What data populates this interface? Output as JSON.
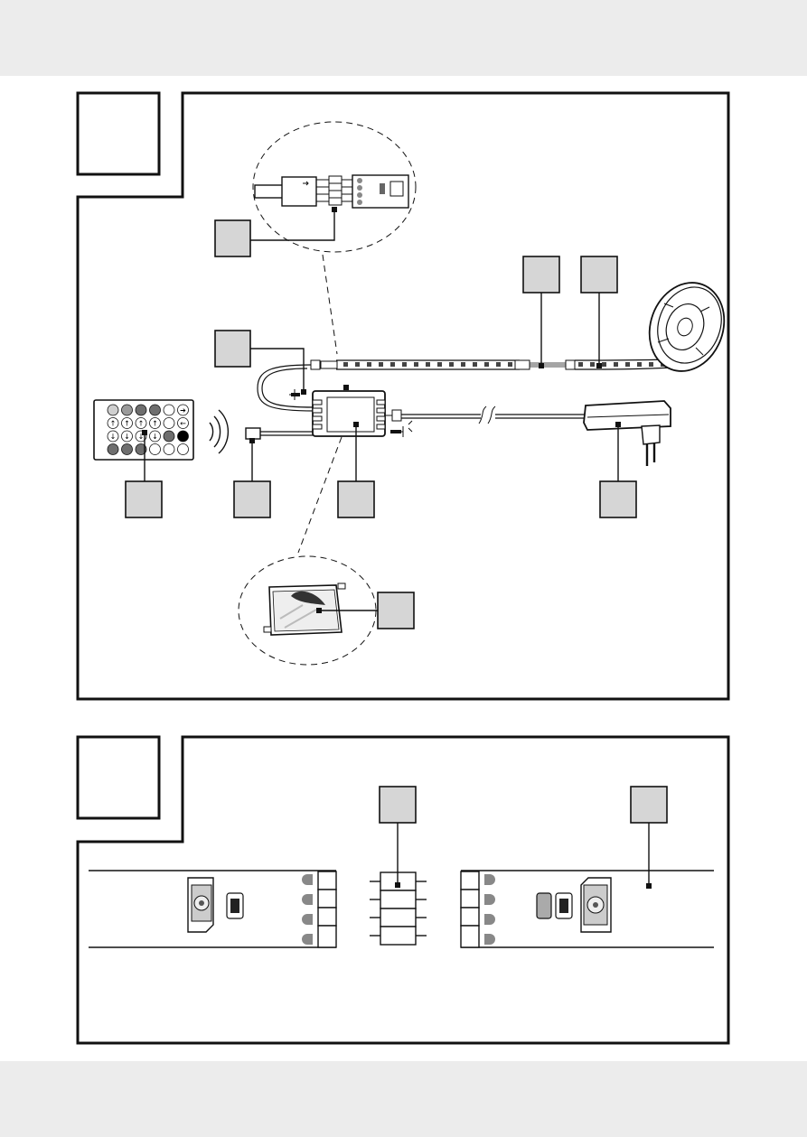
{
  "figures": [
    {
      "id": "figure-1",
      "number_box": "",
      "callouts": [
        {
          "name": "connector-callout",
          "text": ""
        },
        {
          "name": "strip-connector-callout-a",
          "text": ""
        },
        {
          "name": "strip-connector-callout-b",
          "text": ""
        },
        {
          "name": "clip-callout",
          "text": ""
        },
        {
          "name": "remote-callout",
          "text": ""
        },
        {
          "name": "ir-receiver-callout",
          "text": ""
        },
        {
          "name": "controller-callout",
          "text": ""
        },
        {
          "name": "adapter-callout",
          "text": ""
        },
        {
          "name": "adhesive-pad-callout",
          "text": ""
        }
      ],
      "components": [
        "remote-control",
        "ir-receiver",
        "controller-box",
        "power-adapter",
        "led-strip-reel",
        "connector-plug",
        "adhesive-pad"
      ]
    },
    {
      "id": "figure-2",
      "number_box": "",
      "callouts": [
        {
          "name": "connector-pins-callout",
          "text": ""
        },
        {
          "name": "strip-callout",
          "text": ""
        }
      ],
      "components": [
        "strip-segment-left",
        "connector-pins",
        "strip-segment-right"
      ]
    }
  ],
  "remote_buttons": {
    "row3_icon": "circle-arrow-icon",
    "row4_icon": "power-icon",
    "arrow_up": "↑",
    "arrow_down": "↓",
    "arrow_right": "➔",
    "arrow_left": "←"
  }
}
